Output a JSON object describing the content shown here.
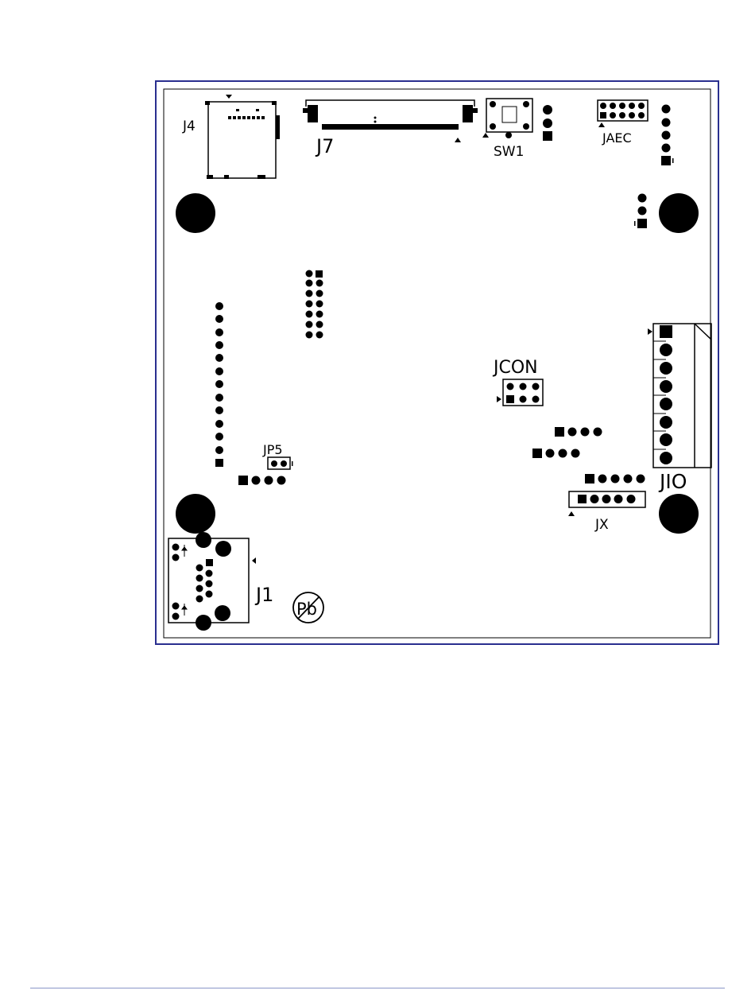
{
  "colors": {
    "frame": "#2a2f8f",
    "ink": "#000000",
    "footer_rule": "#8a96c8"
  },
  "labels": {
    "j4": "J4",
    "j7": "J7",
    "sw1": "SW1",
    "jaec": "JAEC",
    "jcon": "JCON",
    "jp5": "JP5",
    "jio": "JIO",
    "jx": "JX",
    "j1": "J1",
    "pb": "Pb"
  },
  "icons": {
    "mounting_hole": "filled-circle",
    "pin_first": "filled-square",
    "pin": "filled-circle",
    "pin1_marker": "triangle-icon",
    "lead_free": "lead-free-icon"
  }
}
